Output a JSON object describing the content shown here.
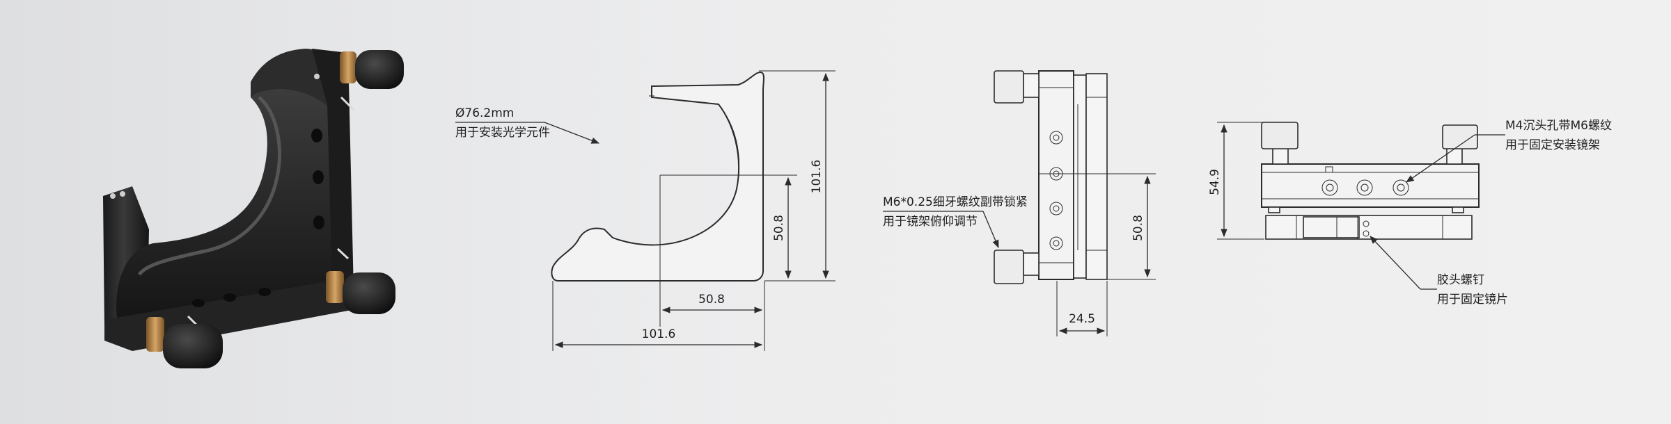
{
  "colors": {
    "background": "#eeeeef",
    "line": "#2b2b2b",
    "text": "#1f1f1f",
    "mount_dark": "#262626",
    "brass": "#b8874a"
  },
  "product_render": {
    "icon": "kinematic-mirror-mount-render"
  },
  "front_view": {
    "aperture_label": "Ø76.2mm",
    "aperture_note": "用于安装光学元件",
    "dim_height": "101.6",
    "dim_center_height": "50.8",
    "dim_center_width": "50.8",
    "dim_width": "101.6"
  },
  "side_view": {
    "screw_label": "M6*0.25细牙螺纹副带锁紧",
    "screw_note": "用于镜架俯仰调节",
    "dim_center_height": "50.8",
    "dim_depth": "24.5"
  },
  "top_view": {
    "hole_label": "M4沉头孔带M6螺纹",
    "hole_note": "用于固定安装镜架",
    "screw_label": "胶头螺钉",
    "screw_note": "用于固定镜片",
    "dim_height": "54.9"
  }
}
